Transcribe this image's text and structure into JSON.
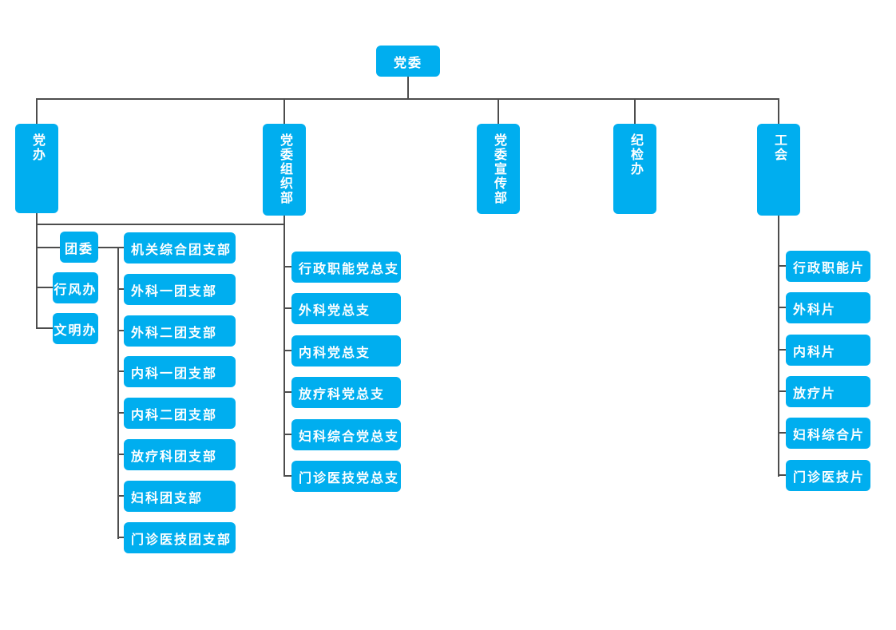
{
  "org": {
    "root": {
      "label": "党委"
    },
    "departments": [
      {
        "label": "党办"
      },
      {
        "label": "党委组织部"
      },
      {
        "label": "党委宣传部"
      },
      {
        "label": "纪检办"
      },
      {
        "label": "工会"
      }
    ],
    "party_office_children": [
      {
        "label": "团委"
      },
      {
        "label": "行风办"
      },
      {
        "label": "文明办"
      }
    ],
    "youth_league_branches": [
      {
        "label": "机关综合团支部"
      },
      {
        "label": "外科一团支部"
      },
      {
        "label": "外科二团支部"
      },
      {
        "label": "内科一团支部"
      },
      {
        "label": "内科二团支部"
      },
      {
        "label": "放疗科团支部"
      },
      {
        "label": "妇科团支部"
      },
      {
        "label": "门诊医技团支部"
      }
    ],
    "org_dept_branches": [
      {
        "label": "行政职能党总支"
      },
      {
        "label": "外科党总支"
      },
      {
        "label": "内科党总支"
      },
      {
        "label": "放疗科党总支"
      },
      {
        "label": "妇科综合党总支"
      },
      {
        "label": "门诊医技党总支"
      }
    ],
    "union_sections": [
      {
        "label": "行政职能片"
      },
      {
        "label": "外科片"
      },
      {
        "label": "内科片"
      },
      {
        "label": "放疗片"
      },
      {
        "label": "妇科综合片"
      },
      {
        "label": "门诊医技片"
      }
    ],
    "colors": {
      "node_fill": "#00AEEF",
      "node_text": "#FFFFFF",
      "connector": "#4D4D4D",
      "canvas": "#FFFFFF"
    }
  }
}
